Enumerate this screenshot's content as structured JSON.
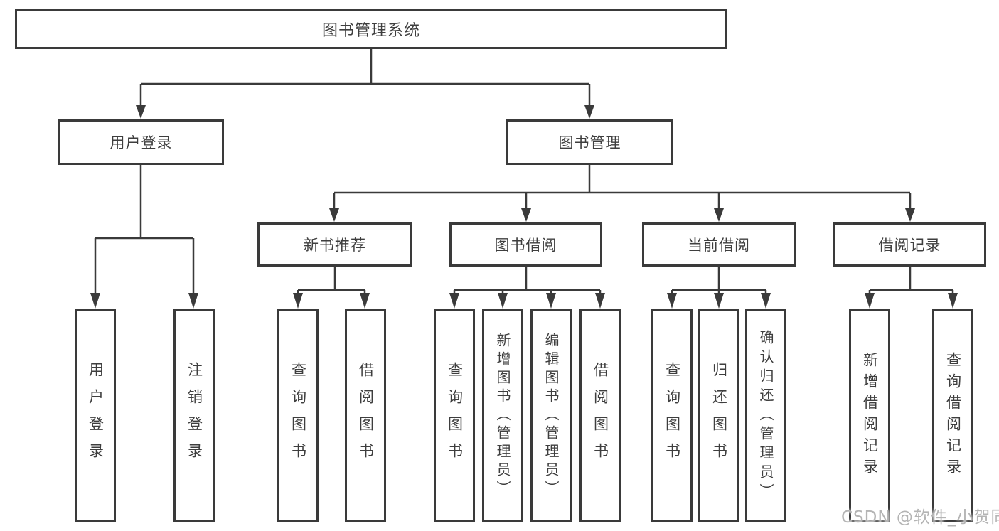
{
  "tree": {
    "root": {
      "label": "图书管理系统",
      "children": [
        {
          "label": "用户登录",
          "children": [
            {
              "label": "用户登录"
            },
            {
              "label": "注销登录"
            }
          ]
        },
        {
          "label": "图书管理",
          "children": [
            {
              "label": "新书推荐",
              "children": [
                {
                  "label": "查询图书"
                },
                {
                  "label": "借阅图书"
                }
              ]
            },
            {
              "label": "图书借阅",
              "children": [
                {
                  "label": "查询图书"
                },
                {
                  "label": "新增图书（管理员）"
                },
                {
                  "label": "编辑图书（管理员）"
                },
                {
                  "label": "借阅图书"
                }
              ]
            },
            {
              "label": "当前借阅",
              "children": [
                {
                  "label": "查询图书"
                },
                {
                  "label": "归还图书"
                },
                {
                  "label": "确认归还（管理员）"
                }
              ]
            },
            {
              "label": "借阅记录",
              "children": [
                {
                  "label": "新增借阅记录"
                },
                {
                  "label": "查询借阅记录"
                }
              ]
            }
          ]
        }
      ]
    }
  },
  "watermark": {
    "text": "CSDN @软件_小贺同学"
  },
  "colors": {
    "line": "#3a3a3a",
    "text": "#3e3e3e",
    "background": "#ffffff",
    "watermark": "#b4b4b4"
  }
}
